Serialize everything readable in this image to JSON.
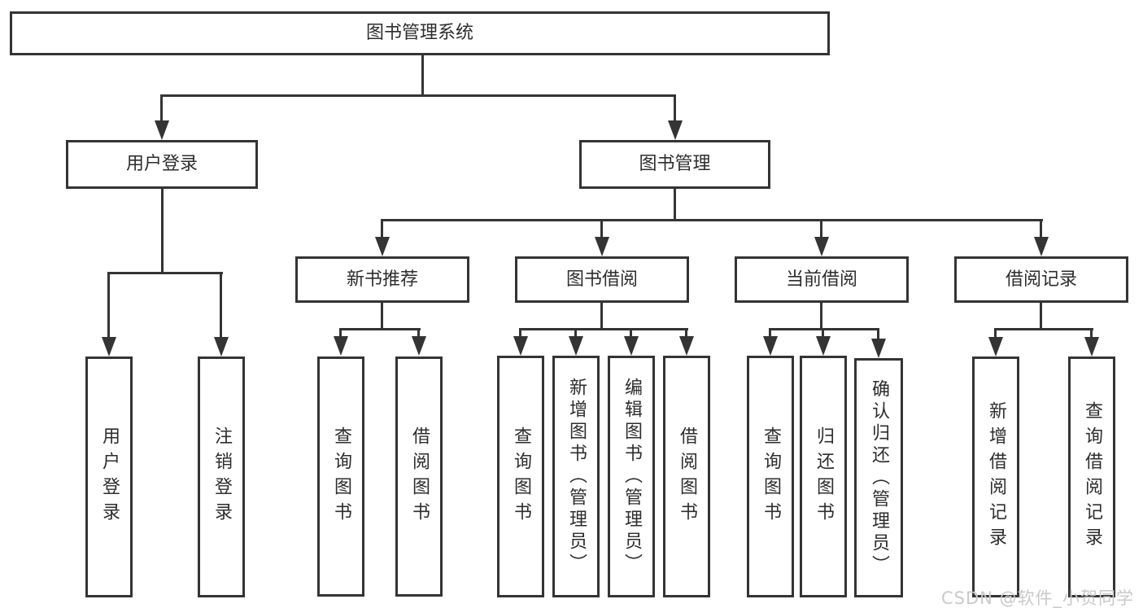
{
  "colors": {
    "line": "#343434",
    "box_border": "#343434",
    "text": "#2d2d2d",
    "watermark": "#c9c9c9",
    "background": "#ffffff"
  },
  "root": {
    "label": "图书管理系统"
  },
  "level1": [
    {
      "label": "用户登录"
    },
    {
      "label": "图书管理"
    }
  ],
  "level2": [
    {
      "label": "新书推荐"
    },
    {
      "label": "图书借阅"
    },
    {
      "label": "当前借阅"
    },
    {
      "label": "借阅记录"
    }
  ],
  "leaves": {
    "user": [
      "用户登录",
      "注销登录"
    ],
    "newbook": [
      "查询图书",
      "借阅图书"
    ],
    "borrow": [
      "查询图书",
      "新增图书（管理员）",
      "编辑图书（管理员）",
      "借阅图书"
    ],
    "current": [
      "查询图书",
      "归还图书",
      "确认归还（管理员）"
    ],
    "record": [
      "新增借阅记录",
      "查询借阅记录"
    ]
  },
  "watermark": {
    "text": "CSDN @软件_小贺同学"
  }
}
